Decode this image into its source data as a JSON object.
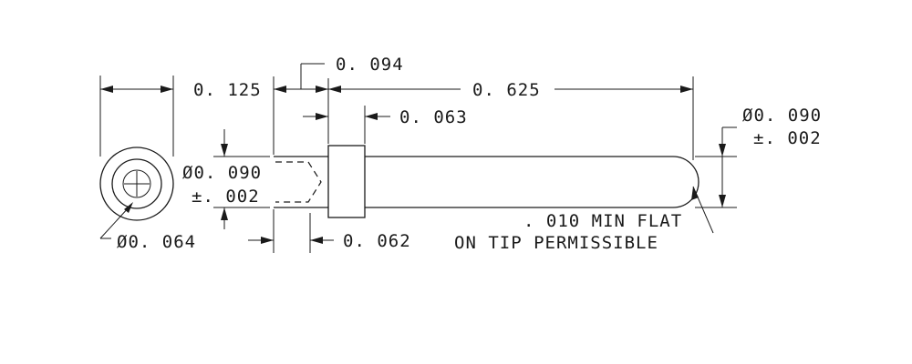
{
  "dimensions": {
    "head_width": "0. 094",
    "overall_length": "0. 625",
    "collar_width": "0. 063",
    "end_view_diameter": "0. 125",
    "body_dia_right": "Ø0. 090",
    "body_tol_right": "±. 002",
    "body_dia_left": "Ø0. 090",
    "body_tol_left": "±. 002",
    "socket_diameter": "Ø0. 064",
    "socket_depth": "0. 062"
  },
  "notes": {
    "tip_line1": ". 010 MIN FLAT",
    "tip_line2": "ON TIP PERMISSIBLE"
  }
}
